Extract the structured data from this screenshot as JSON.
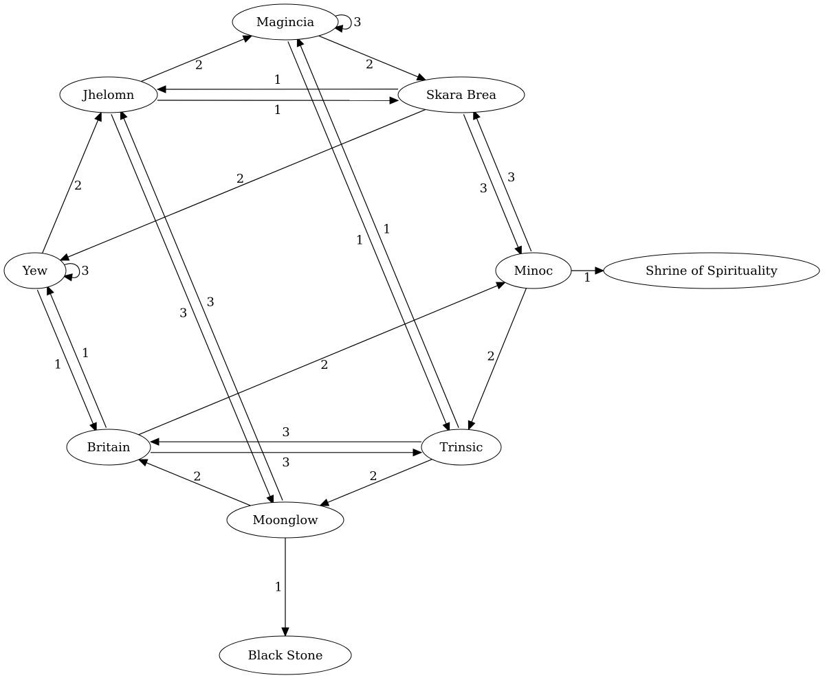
{
  "graph": {
    "nodes": [
      {
        "id": "Magincia",
        "label": "Magincia"
      },
      {
        "id": "Jhelomn",
        "label": "Jhelomn"
      },
      {
        "id": "Skara Brea",
        "label": "Skara Brea"
      },
      {
        "id": "Yew",
        "label": "Yew"
      },
      {
        "id": "Minoc",
        "label": "Minoc"
      },
      {
        "id": "Shrine of Spirituality",
        "label": "Shrine of Spirituality"
      },
      {
        "id": "Britain",
        "label": "Britain"
      },
      {
        "id": "Trinsic",
        "label": "Trinsic"
      },
      {
        "id": "Moonglow",
        "label": "Moonglow"
      },
      {
        "id": "Black Stone",
        "label": "Black Stone"
      }
    ],
    "edges": [
      {
        "from": "Magincia",
        "to": "Magincia",
        "label": "3"
      },
      {
        "from": "Magincia",
        "to": "Skara Brea",
        "label": "2"
      },
      {
        "from": "Magincia",
        "to": "Trinsic",
        "label": "1"
      },
      {
        "from": "Jhelomn",
        "to": "Magincia",
        "label": "2"
      },
      {
        "from": "Jhelomn",
        "to": "Skara Brea",
        "label": "1"
      },
      {
        "from": "Jhelomn",
        "to": "Moonglow",
        "label": "3"
      },
      {
        "from": "Skara Brea",
        "to": "Jhelomn",
        "label": "1"
      },
      {
        "from": "Skara Brea",
        "to": "Yew",
        "label": "2"
      },
      {
        "from": "Skara Brea",
        "to": "Minoc",
        "label": "3"
      },
      {
        "from": "Yew",
        "to": "Yew",
        "label": "3"
      },
      {
        "from": "Yew",
        "to": "Jhelomn",
        "label": "2"
      },
      {
        "from": "Yew",
        "to": "Britain",
        "label": "1"
      },
      {
        "from": "Minoc",
        "to": "Skara Brea",
        "label": "3"
      },
      {
        "from": "Minoc",
        "to": "Shrine of Spirituality",
        "label": "1"
      },
      {
        "from": "Minoc",
        "to": "Trinsic",
        "label": "2"
      },
      {
        "from": "Britain",
        "to": "Yew",
        "label": "1"
      },
      {
        "from": "Britain",
        "to": "Minoc",
        "label": "2"
      },
      {
        "from": "Britain",
        "to": "Trinsic",
        "label": "3"
      },
      {
        "from": "Trinsic",
        "to": "Magincia",
        "label": "1"
      },
      {
        "from": "Trinsic",
        "to": "Britain",
        "label": "3"
      },
      {
        "from": "Trinsic",
        "to": "Moonglow",
        "label": "2"
      },
      {
        "from": "Moonglow",
        "to": "Jhelomn",
        "label": "3"
      },
      {
        "from": "Moonglow",
        "to": "Britain",
        "label": "2"
      },
      {
        "from": "Moonglow",
        "to": "Black Stone",
        "label": "1"
      }
    ]
  }
}
